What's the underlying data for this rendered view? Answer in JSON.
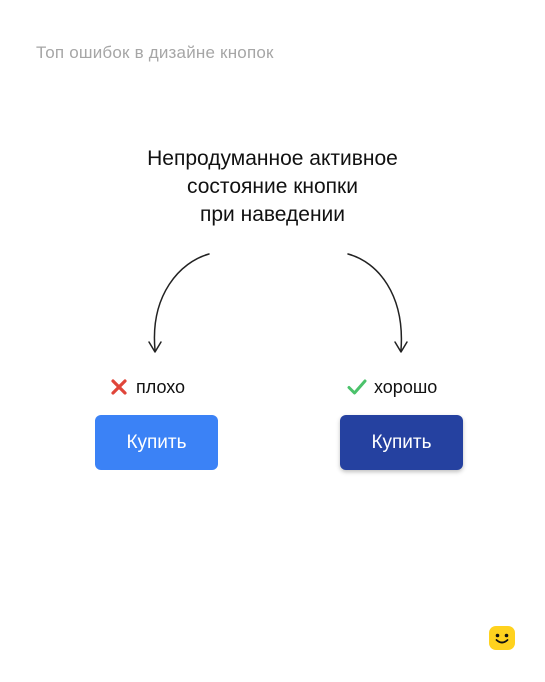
{
  "header": {
    "title": "Топ ошибок в дизайне кнопок"
  },
  "main": {
    "title_lines": [
      "Непродуманное активное",
      "состояние кнопки",
      "при наведении"
    ]
  },
  "examples": {
    "bad": {
      "label": "плохо",
      "button_label": "Купить",
      "icon": "cross-icon",
      "color": "#3b82f6",
      "icon_color": "#e0453a"
    },
    "good": {
      "label": "хорошо",
      "button_label": "Купить",
      "icon": "check-icon",
      "color": "#2541a0",
      "icon_color": "#4bc26b"
    }
  },
  "brand": {
    "icon": "smiley-logo-icon",
    "color": "#ffd21e"
  }
}
